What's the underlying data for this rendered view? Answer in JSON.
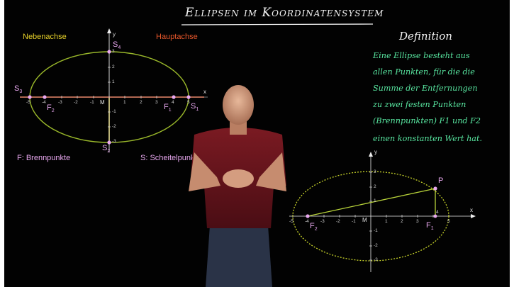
{
  "title": "Ellipsen im Koordinatensystem",
  "diagram1": {
    "minor_axis_label": "Nebenachse",
    "major_axis_label": "Hauptachse",
    "x_label": "x",
    "y_label": "y",
    "origin_label": "M",
    "vertices": [
      {
        "name": "S",
        "sub": "1"
      },
      {
        "name": "S",
        "sub": "2"
      },
      {
        "name": "S",
        "sub": "3"
      },
      {
        "name": "S",
        "sub": "4"
      }
    ],
    "foci": [
      {
        "name": "F",
        "sub": "1"
      },
      {
        "name": "F",
        "sub": "2"
      }
    ],
    "x_ticks": [
      "-5",
      "-4",
      "-3",
      "-2",
      "-1",
      "1",
      "2",
      "3",
      "4",
      "5"
    ],
    "y_ticks": [
      "3",
      "2",
      "1",
      "-1",
      "-2",
      "-3"
    ],
    "legend_foci": "F: Brennpunkte",
    "legend_vertices": "S: Scheitelpunkte",
    "colors": {
      "ellipse": "#9ab82a",
      "major_axis": "#e8572b",
      "minor_axis": "#e8d22a",
      "points": "#e9a8f0"
    }
  },
  "definition": {
    "heading": "Definition",
    "lines": [
      "Eine Ellipse besteht aus",
      "allen Punkten, für die die",
      "Summe der Entfernungen",
      "zu zwei festen Punkten",
      "(Brennpunkten) F1 und F2",
      "einen konstanten Wert hat."
    ],
    "text_color": "#58e6a0"
  },
  "diagram2": {
    "x_label": "x",
    "y_label": "y",
    "origin_label": "M",
    "point_label": "P",
    "foci": [
      {
        "name": "F",
        "sub": "1"
      },
      {
        "name": "F",
        "sub": "2"
      }
    ],
    "x_ticks": [
      "-5",
      "-4",
      "-3",
      "-2",
      "-1",
      "1",
      "2",
      "3",
      "4",
      "5"
    ],
    "y_ticks": [
      "3",
      "2",
      "1",
      "-1",
      "-2",
      "-3"
    ],
    "colors": {
      "ellipse": "#c8d42a",
      "lines": "#b9d43a",
      "points": "#e9a8f0"
    }
  },
  "presenter": {
    "description_icon": "person-presenter"
  }
}
